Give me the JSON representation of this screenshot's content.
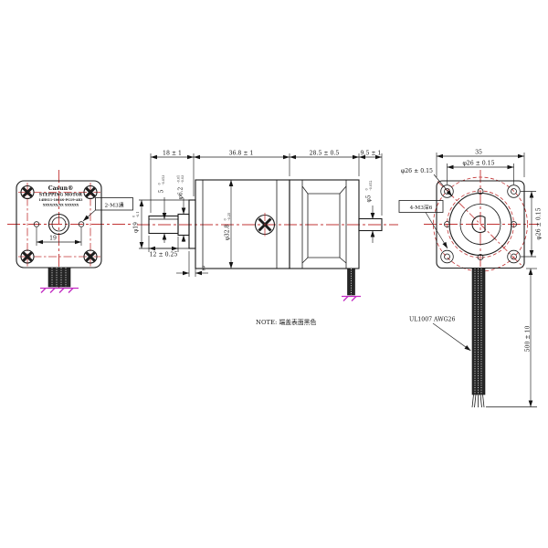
{
  "front_view": {
    "brand": "Casun®",
    "subtitle": "STEPPING MOTOR",
    "model": "14HS11-1004S-PG19-AR3",
    "serial": "XXXX/XX/XX  XXXXXX",
    "holes_label": "2-M3通",
    "hole_spacing": "19"
  },
  "side_view": {
    "dim_shaft_section": "18 ± 1",
    "dim_gearbox": "36.8 ± 1",
    "dim_motor": "28.5 ± 0.5",
    "dim_rear_shaft": "9.5 ± 1",
    "dim_shaft_len": "12 ± 0.25",
    "dim_plate": "2",
    "boss_dia": {
      "v": "φ19",
      "t1": "0",
      "t2": "-0.1"
    },
    "flat": {
      "v": "5",
      "t1": "0",
      "t2": "-0.013"
    },
    "shaft_dia": {
      "v": "φ6.2",
      "t1": "-0.01",
      "t2": "-0.03"
    },
    "body_dia": {
      "v": "φ32.8",
      "t1": "0",
      "t2": "-0.25"
    },
    "rear_shaft_dia": {
      "v": "φ5",
      "t1": "0",
      "t2": "-0.012"
    }
  },
  "rear_view": {
    "dim_width": "35",
    "dim_bc_top": "φ26 ± 0.15",
    "dim_bc_right": "φ26 ± 0.15",
    "dim_bc_leader": "φ26 ± 0.15",
    "tapped": "4-M3深6"
  },
  "cable": {
    "spec": "UL1007 AWG26",
    "length": "500 ± 10"
  },
  "note": "NOTE: 端盖表面黑色",
  "colors": {
    "line": "#1c1c1c",
    "centerline": "#c23434",
    "ground": "#c22cc2"
  }
}
